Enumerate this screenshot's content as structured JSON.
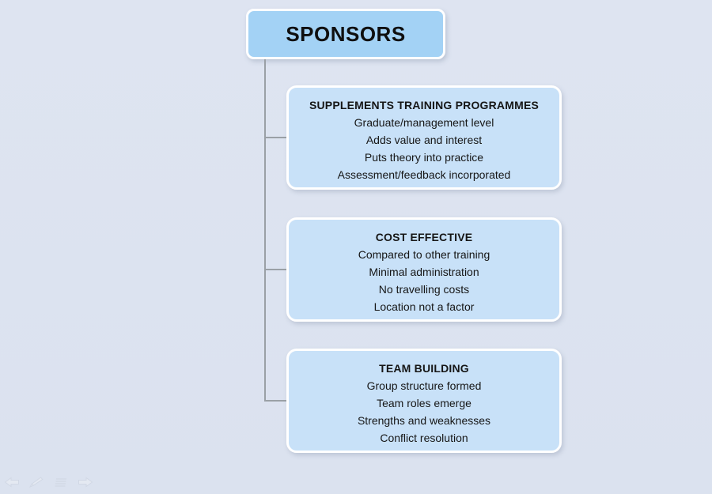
{
  "slide": {
    "background_color": "#dce3f0",
    "root": {
      "label": "SPONSORS"
    },
    "nodes": [
      {
        "title": "SUPPLEMENTS TRAINING PROGRAMMES",
        "items": [
          "Graduate/management level",
          "Adds value and interest",
          "Puts theory into practice",
          "Assessment/feedback incorporated"
        ]
      },
      {
        "title": "COST EFFECTIVE",
        "items": [
          "Compared to other training",
          "Minimal administration",
          "No travelling costs",
          "Location not a factor"
        ]
      },
      {
        "title": "TEAM BUILDING",
        "items": [
          "Group structure formed",
          "Team roles emerge",
          "Strengths and weaknesses",
          "Conflict resolution"
        ]
      }
    ],
    "colors": {
      "root_fill": "#a3d2f5",
      "node_fill": "#c8e1f8",
      "node_border": "#ffffff",
      "connector": "#9aa0a6",
      "text": "#161616"
    },
    "toolbar_icons": [
      "previous-slide",
      "pen-tools",
      "slide-navigator",
      "next-slide"
    ]
  }
}
